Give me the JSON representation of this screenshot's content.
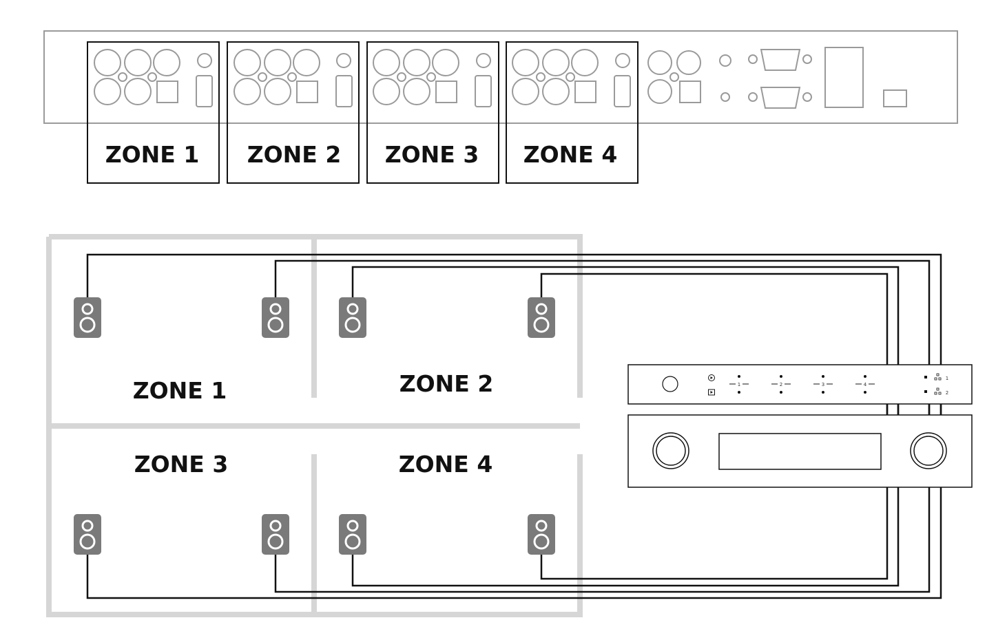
{
  "rear_panel": {
    "zone_labels": [
      "ZONE 1",
      "ZONE 2",
      "ZONE 3",
      "ZONE 4"
    ]
  },
  "room_layout": {
    "zone_labels": [
      "ZONE 1",
      "ZONE 2",
      "ZONE 3",
      "ZONE 4"
    ]
  },
  "front_panel": {
    "zone_numbers": [
      "1",
      "2",
      "3",
      "4"
    ],
    "network_ports": [
      "1",
      "2"
    ]
  },
  "colors": {
    "panel_outline": "#9a9a9a",
    "room_walls": "#d6d6d6",
    "speaker": "#7a7a7a",
    "wire": "#111111",
    "label": "#111111"
  },
  "icons": [
    "speaker-icon",
    "network-icon",
    "play-icon",
    "input-icon"
  ]
}
